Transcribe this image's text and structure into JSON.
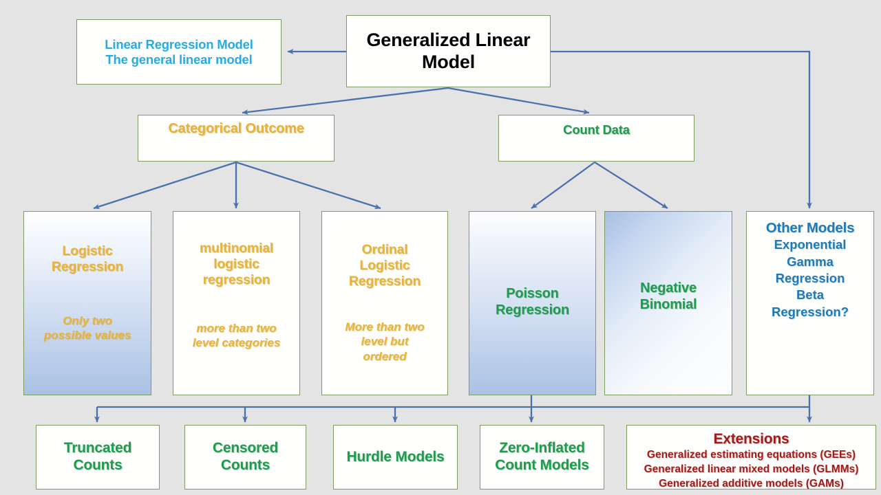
{
  "diagram": {
    "title": "Generalized Linear Model taxonomy",
    "background_color": "#e5e4e4",
    "border_color": "#7d9b62",
    "connector_color": "#4a71ae",
    "palette": {
      "root_text": "#000000",
      "linear_model_text": "#29abe2",
      "categorical_text": "#e8b33a",
      "count_text": "#1f9b4e",
      "other_models_text": "#1f7ab8",
      "extensions_text": "#a31a1a"
    }
  },
  "root": {
    "label": "Generalized Linear\nModel"
  },
  "linear_regression": {
    "label": "Linear Regression Model\nThe general linear model"
  },
  "branches": {
    "categorical": {
      "label": "Categorical Outcome"
    },
    "count": {
      "label": "Count Data"
    }
  },
  "models": {
    "logistic": {
      "title": "Logistic\nRegression",
      "note": "Only two\npossible values"
    },
    "multinomial": {
      "title": "multinomial\nlogistic\nregression",
      "note": "more than two\nlevel categories"
    },
    "ordinal": {
      "title": "Ordinal\nLogistic\nRegression",
      "note": "More than two\nlevel but\nordered"
    },
    "poisson": {
      "title": "Poisson\nRegression"
    },
    "negative_binomial": {
      "title": "Negative\nBinomial"
    },
    "other": {
      "title": "Other Models",
      "items": "Exponential\nGamma\nRegression\nBeta\nRegression?"
    }
  },
  "count_extensions": {
    "truncated": {
      "label": "Truncated\nCounts"
    },
    "censored": {
      "label": "Censored\nCounts"
    },
    "hurdle": {
      "label": "Hurdle Models"
    },
    "zero_inflated": {
      "label": "Zero-Inflated\nCount Models"
    },
    "extensions": {
      "title": "Extensions",
      "items": "Generalized estimating equations (GEEs)\nGeneralized linear mixed models (GLMMs)\nGeneralized additive models (GAMs)"
    }
  }
}
